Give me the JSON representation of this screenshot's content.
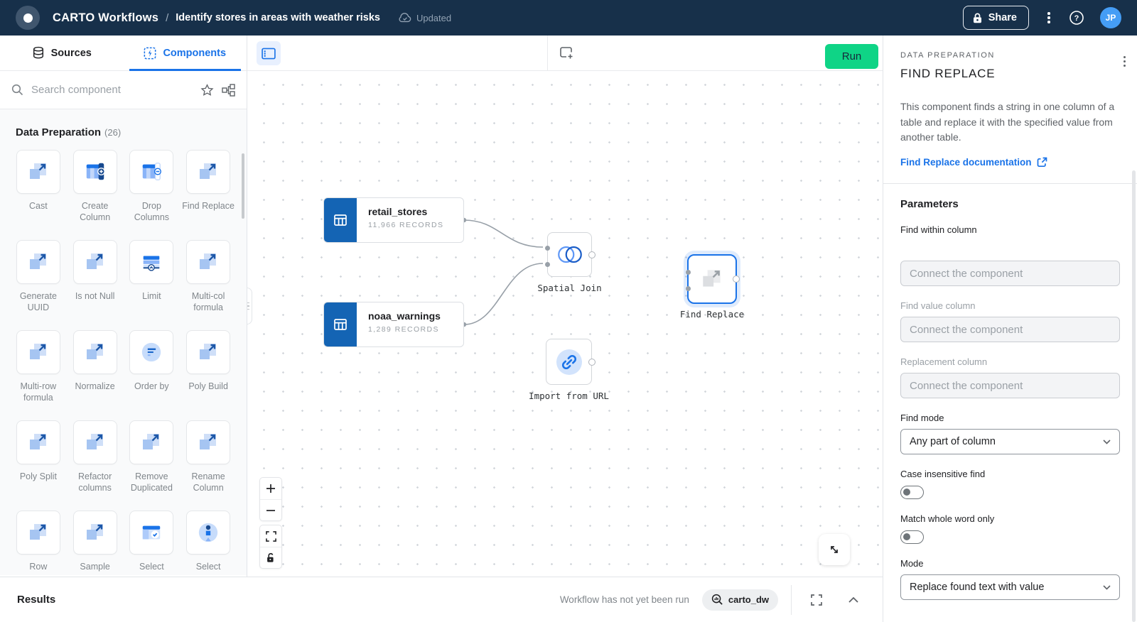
{
  "topbar": {
    "app_title": "CARTO Workflows",
    "separator": "/",
    "workflow_title": "Identify stores in areas with weather risks",
    "status_label": "Updated",
    "share_label": "Share",
    "avatar_initials": "JP"
  },
  "left_panel": {
    "tabs": [
      {
        "label": "Sources",
        "icon": "database-icon",
        "active": false
      },
      {
        "label": "Components",
        "icon": "components-icon",
        "active": true
      }
    ],
    "search_placeholder": "Search component",
    "section_title": "Data Preparation",
    "section_count": "(26)",
    "items": [
      {
        "label": "Cast",
        "icon": "squares-arrow-icon"
      },
      {
        "label": "Create Column",
        "icon": "table-add-icon"
      },
      {
        "label": "Drop Columns",
        "icon": "table-remove-icon"
      },
      {
        "label": "Find Replace",
        "icon": "squares-arrow-icon"
      },
      {
        "label": "Generate UUID",
        "icon": "squares-arrow-icon"
      },
      {
        "label": "Is not Null",
        "icon": "squares-arrow-icon"
      },
      {
        "label": "Limit",
        "icon": "limit-icon"
      },
      {
        "label": "Multi-col formula",
        "icon": "squares-arrow-icon"
      },
      {
        "label": "Multi-row formula",
        "icon": "squares-arrow-icon"
      },
      {
        "label": "Normalize",
        "icon": "squares-arrow-icon"
      },
      {
        "label": "Order by",
        "icon": "order-by-icon"
      },
      {
        "label": "Poly Build",
        "icon": "squares-arrow-icon"
      },
      {
        "label": "Poly Split",
        "icon": "squares-arrow-icon"
      },
      {
        "label": "Refactor columns",
        "icon": "squares-arrow-icon"
      },
      {
        "label": "Remove Duplicated",
        "icon": "squares-arrow-icon"
      },
      {
        "label": "Rename Column",
        "icon": "squares-arrow-icon"
      },
      {
        "label": "Row",
        "icon": "squares-arrow-icon"
      },
      {
        "label": "Sample",
        "icon": "squares-arrow-icon"
      },
      {
        "label": "Select",
        "icon": "table-check-icon"
      },
      {
        "label": "Select",
        "icon": "shapes-icon"
      }
    ]
  },
  "canvas": {
    "run_label": "Run",
    "nodes": {
      "retail_stores": {
        "title": "retail_stores",
        "records": "11,966 RECORDS"
      },
      "noaa_warnings": {
        "title": "noaa_warnings",
        "records": "1,289 RECORDS"
      },
      "spatial_join": {
        "label": "Spatial Join"
      },
      "find_replace": {
        "label": "Find Replace",
        "selected": true
      },
      "import_from_url": {
        "label": "Import from URL"
      }
    }
  },
  "right_panel": {
    "category": "DATA PREPARATION",
    "title": "FIND REPLACE",
    "description": "This component finds a string in one column of a table and replace it with the specified value from another table.",
    "doc_link_label": "Find Replace documentation",
    "parameters_title": "Parameters",
    "find_within_label": "Find within column",
    "find_within_placeholder": "Connect the component",
    "find_value_label": "Find value column",
    "find_value_placeholder": "Connect the component",
    "replacement_label": "Replacement column",
    "replacement_placeholder": "Connect the component",
    "find_mode_label": "Find mode",
    "find_mode_value": "Any part of column",
    "case_insensitive_label": "Case insensitive find",
    "case_insensitive_on": false,
    "match_whole_word_label": "Match whole word only",
    "match_whole_word_on": false,
    "mode_label": "Mode",
    "mode_value": "Replace found text with value"
  },
  "bottom_bar": {
    "results_label": "Results",
    "status_text": "Workflow has not yet been run",
    "connection_label": "carto_dw"
  },
  "colors": {
    "navbar": "#17304a",
    "accent_blue": "#1a73e8",
    "node_blue": "#1464b4",
    "run_green": "#0fd486"
  }
}
